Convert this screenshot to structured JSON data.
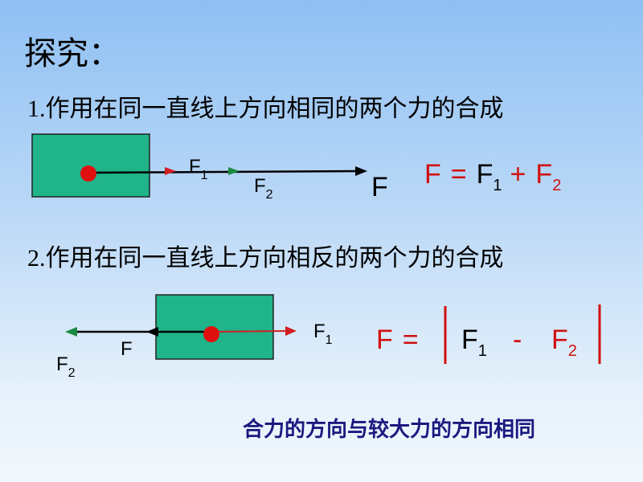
{
  "title": "探究：",
  "case1": {
    "heading": "1.作用在同一直线上方向相同的两个力的合成",
    "f1": "F",
    "f1_sub": "1",
    "f2": "F",
    "f2_sub": "2",
    "resultant": "F",
    "formula": {
      "lhs": "F",
      "eq": "=",
      "a": "F",
      "a_sub": "1",
      "op": "+",
      "b": "F",
      "b_sub": "2"
    }
  },
  "case2": {
    "heading": "2.作用在同一直线上方向相反的两个力的合成",
    "f1": "F",
    "f1_sub": "1",
    "f2": "F",
    "f2_sub": "2",
    "resultant": "F",
    "formula": {
      "lhs": "F",
      "eq": "=",
      "a": "F",
      "a_sub": "1",
      "op": "-",
      "b": "F",
      "b_sub": "2"
    }
  },
  "conclusion": "合力的方向与较大力的方向相同",
  "colors": {
    "block": "#1fb489",
    "point": "#e01010",
    "force_red": "#d02020",
    "force_green": "#1a8a40",
    "resultant": "#000000",
    "formula_red": "#d01010",
    "conclusion_text": "#1a1a80"
  }
}
